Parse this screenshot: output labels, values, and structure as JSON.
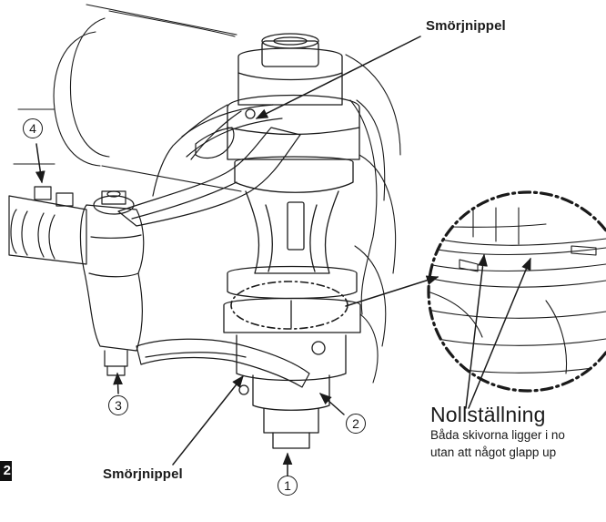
{
  "labels": {
    "lube_top": "Smörjnippel",
    "lube_bottom": "Smörjnippel"
  },
  "callouts": [
    "1",
    "2",
    "3",
    "4"
  ],
  "detail": {
    "title": "Nollställning",
    "line1": "Båda skivorna ligger i no",
    "line2": "utan att något glapp up"
  },
  "page_tab": "2",
  "colors": {
    "line": "#1a1a1a",
    "paper": "#ffffff"
  }
}
